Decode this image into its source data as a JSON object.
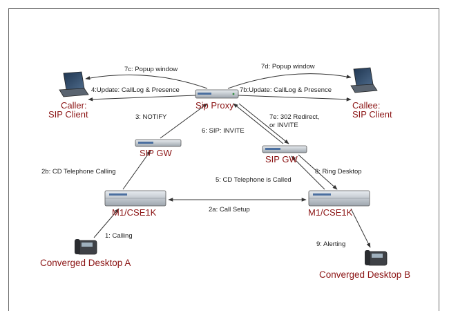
{
  "nodes": {
    "caller": [
      "Caller:",
      "SIP Client"
    ],
    "callee": [
      "Callee:",
      "SIP Client"
    ],
    "sip_proxy": "Sip Proxy",
    "sip_gw_left": "SIP GW",
    "sip_gw_right": "SIP GW",
    "m1_left": "M1/CSE1K",
    "m1_right": "M1/CSE1K",
    "desktop_a": "Converged Desktop A",
    "desktop_b": "Converged Desktop B"
  },
  "labels": {
    "step_7c": "7c: Popup window",
    "step_7d": "7d: Popup window",
    "step_4": "4:Update: CallLog & Presence",
    "step_7b": "7b:Update: CallLog & Presence",
    "step_3": "3: NOTIFY",
    "step_6": "6: SIP: INVITE",
    "step_7e": [
      "7e: 302 Redirect,",
      "or INVITE"
    ],
    "step_2b": "2b: CD Telephone Calling",
    "step_8": "8: Ring Desktop",
    "step_5": "5: CD Telephone is Called",
    "step_2a": "2a: Call Setup",
    "step_1": "1: Calling",
    "step_9": "9: Alerting"
  }
}
